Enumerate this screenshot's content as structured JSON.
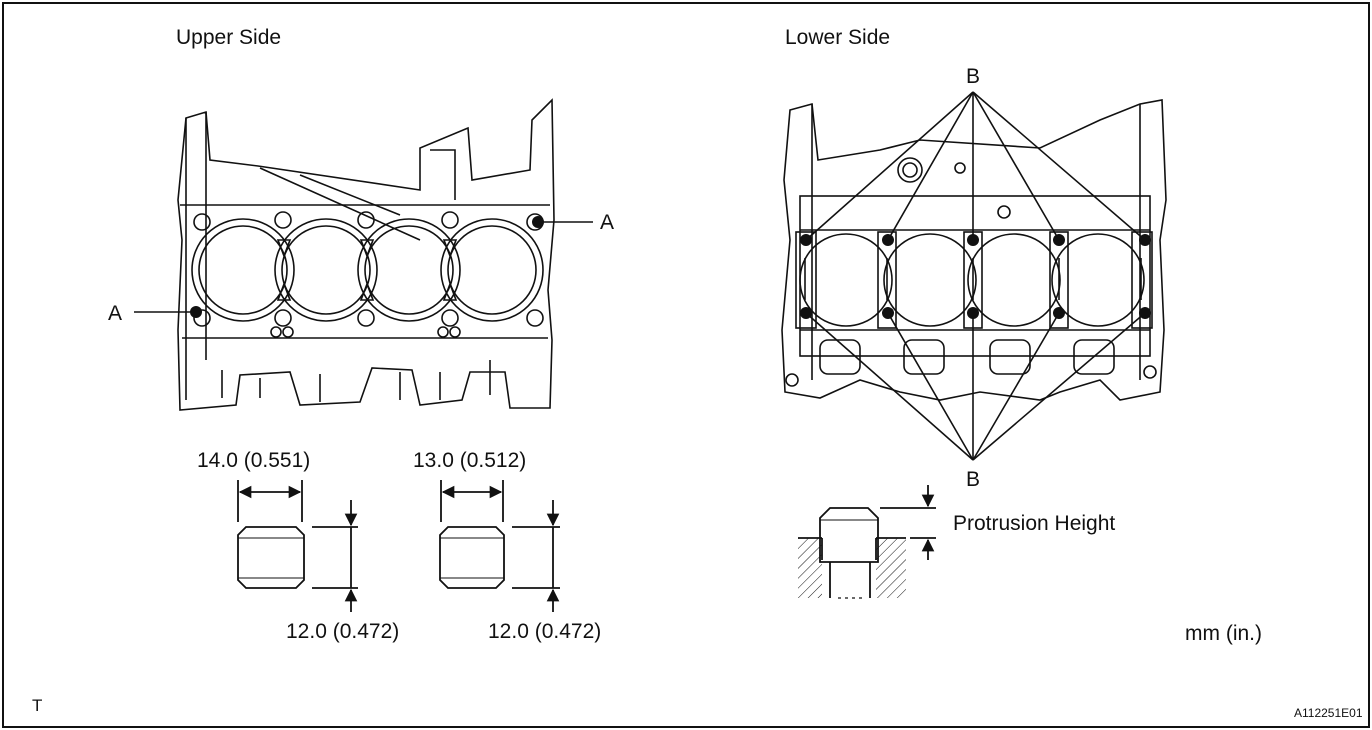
{
  "figure": {
    "upper_title": "Upper Side",
    "lower_title": "Lower Side",
    "label_a": "A",
    "label_b": "B",
    "dim_width_1": "14.0 (0.551)",
    "dim_width_2": "13.0 (0.512)",
    "dim_height_1": "12.0 (0.472)",
    "dim_height_2": "12.0 (0.472)",
    "protrusion": "Protrusion Height",
    "units": "mm (in.)",
    "corner_mark": "T",
    "figure_id": "A112251E01"
  }
}
